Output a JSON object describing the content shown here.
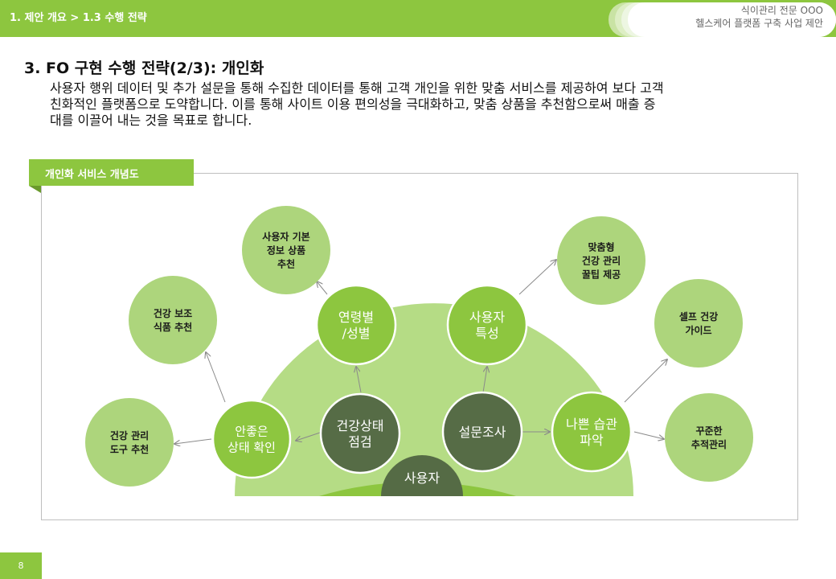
{
  "header": {
    "breadcrumb": "1. 제안 개요 > 1.3 수행 전략",
    "doc_line1": "식이관리 전문 OOO",
    "doc_line2": "헬스케어 플랫폼 구축 사업 제안"
  },
  "section": {
    "title": "3. FO 구현 수행 전략(2/3): 개인화",
    "desc_lines": [
      "사용자 행위 데이터 및 추가 설문을 통해 수집한 데이터를 통해 고객 개인을 위한 맞춤 서비스를 제공하여 보다 고객",
      "친화적인 플랫폼으로 도약합니다. 이를 통해 사이트 이용 편의성을 극대화하고, 맞춤 상품을 추천함으로써 매출 증",
      "대를 이끌어 내는 것을 목표로 합니다."
    ]
  },
  "diagram": {
    "tab_label": "개인화 서비스 개념도",
    "center": "사용자",
    "inner_nodes": {
      "check_condition": "건강상태|점검",
      "survey": "설문조사"
    },
    "middle_nodes": {
      "safe_status": "안좋은|상태 확인",
      "age_gender": "연령별|/성별",
      "user_traits": "사용자|특성",
      "bad_habits": "나쁜 습관|파악"
    },
    "outer_nodes": {
      "tool_recommend": "건강 관리|도구 추천",
      "supplement_recommend": "건강 보조|식품 추천",
      "basic_product": "사용자 기본|정보 상품|추천",
      "tips": "맞춤형|건강 관리|꿀팁 제공",
      "self_guide": "셀프 건강|가이드",
      "tracking": "꾸준한|추적관리"
    },
    "colors": {
      "brand_green": "#8DC63F",
      "light_band": "#B5DC85",
      "mid_band": "#8DC63F",
      "dark_node": "#566C46",
      "center_node": "#556B45",
      "outer_node": "#ADD57C"
    }
  },
  "footer": {
    "page_number": "8"
  }
}
